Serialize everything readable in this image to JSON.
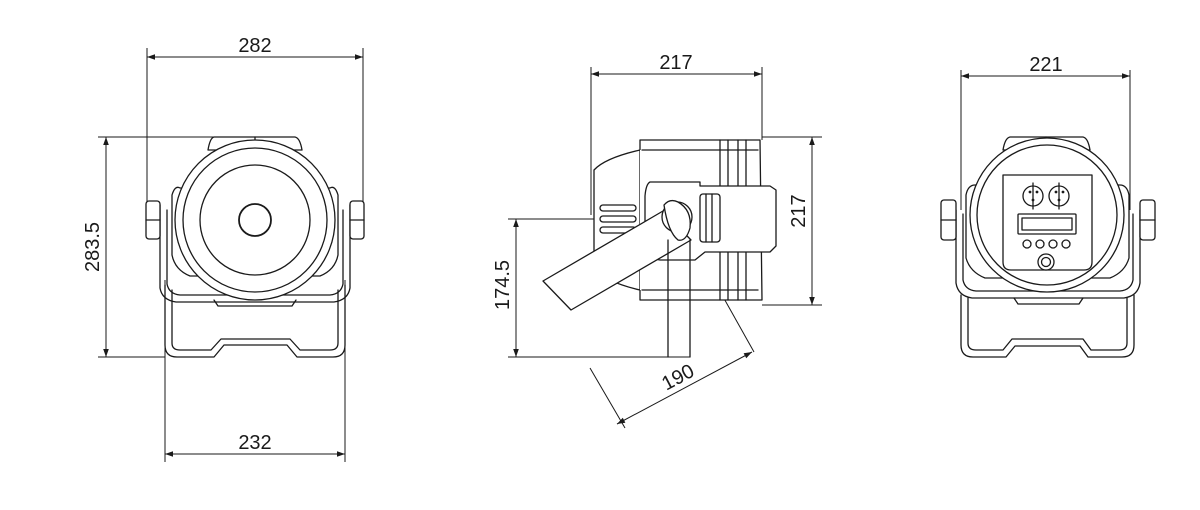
{
  "drawing": {
    "views": [
      "front",
      "side",
      "rear"
    ],
    "front": {
      "dim_top": "282",
      "dim_height": "283.5",
      "dim_bottom": "232"
    },
    "side": {
      "dim_top": "217",
      "dim_height": "217",
      "dim_bracket": "174.5",
      "dim_arm": "190"
    },
    "rear": {
      "dim_top": "221"
    }
  }
}
